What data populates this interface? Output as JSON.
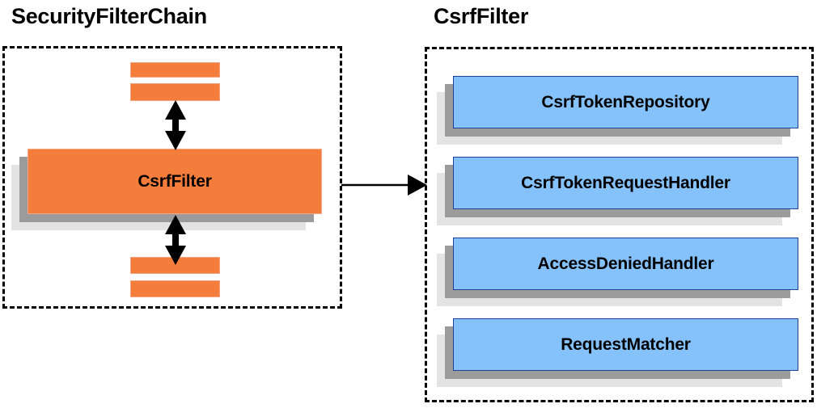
{
  "diagram": {
    "title_left": "SecurityFilterChain",
    "title_right": "CsrfFilter",
    "colors": {
      "orange_fill": "#f57d3b",
      "orange_border": "#f0a887",
      "blue_fill": "#85c2fb",
      "blue_border": "#1f3f9e",
      "shadow_near": "#9b9b9b",
      "shadow_far": "#e3e3e3",
      "outline": "#000000"
    }
  },
  "left_panel": {
    "title": "SecurityFilterChain",
    "main_node": {
      "label": "CsrfFilter"
    },
    "filter_bars_top": [
      {
        "label": ""
      },
      {
        "label": ""
      }
    ],
    "filter_bars_bottom": [
      {
        "label": ""
      },
      {
        "label": ""
      }
    ],
    "arrow_up": {
      "name": "double-headed-arrow",
      "direction": "vertical"
    },
    "arrow_down": {
      "name": "double-headed-arrow",
      "direction": "vertical"
    }
  },
  "connector": {
    "name": "expands-into-arrow",
    "direction": "left-to-right",
    "from": "CsrfFilter",
    "to": "CsrfFilter details"
  },
  "right_panel": {
    "title": "CsrfFilter",
    "collaborators": [
      {
        "label": "CsrfTokenRepository"
      },
      {
        "label": "CsrfTokenRequestHandler"
      },
      {
        "label": "AccessDeniedHandler"
      },
      {
        "label": "RequestMatcher"
      }
    ]
  }
}
